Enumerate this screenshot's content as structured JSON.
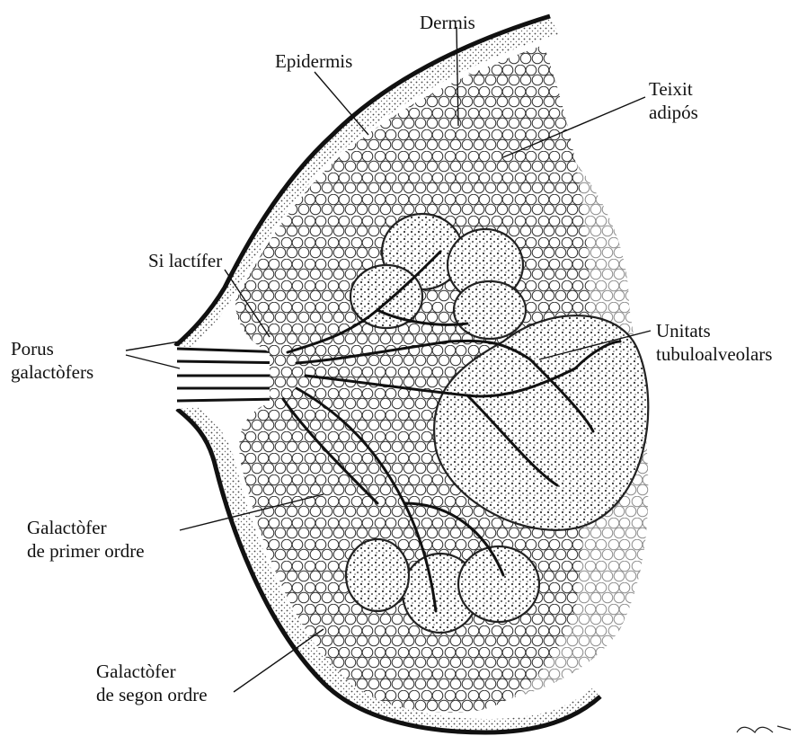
{
  "labels": {
    "dermis": "Dermis",
    "epidermis": "Epidermis",
    "teixit": {
      "line1": "Teixit",
      "line2": "adipós"
    },
    "si_lactifer": "Si lactífer",
    "porus": {
      "line1": "Porus",
      "line2": "galactòfers"
    },
    "unitats": {
      "line1": "Unitats",
      "line2": "tubuloalveolars"
    },
    "galact1": {
      "line1": "Galactòfer",
      "line2": "de primer ordre"
    },
    "galact2": {
      "line1": "Galactòfer",
      "line2": "de segon ordre"
    }
  },
  "colors": {
    "ink": "#111111",
    "stipple": "#555555",
    "paper": "#ffffff"
  }
}
